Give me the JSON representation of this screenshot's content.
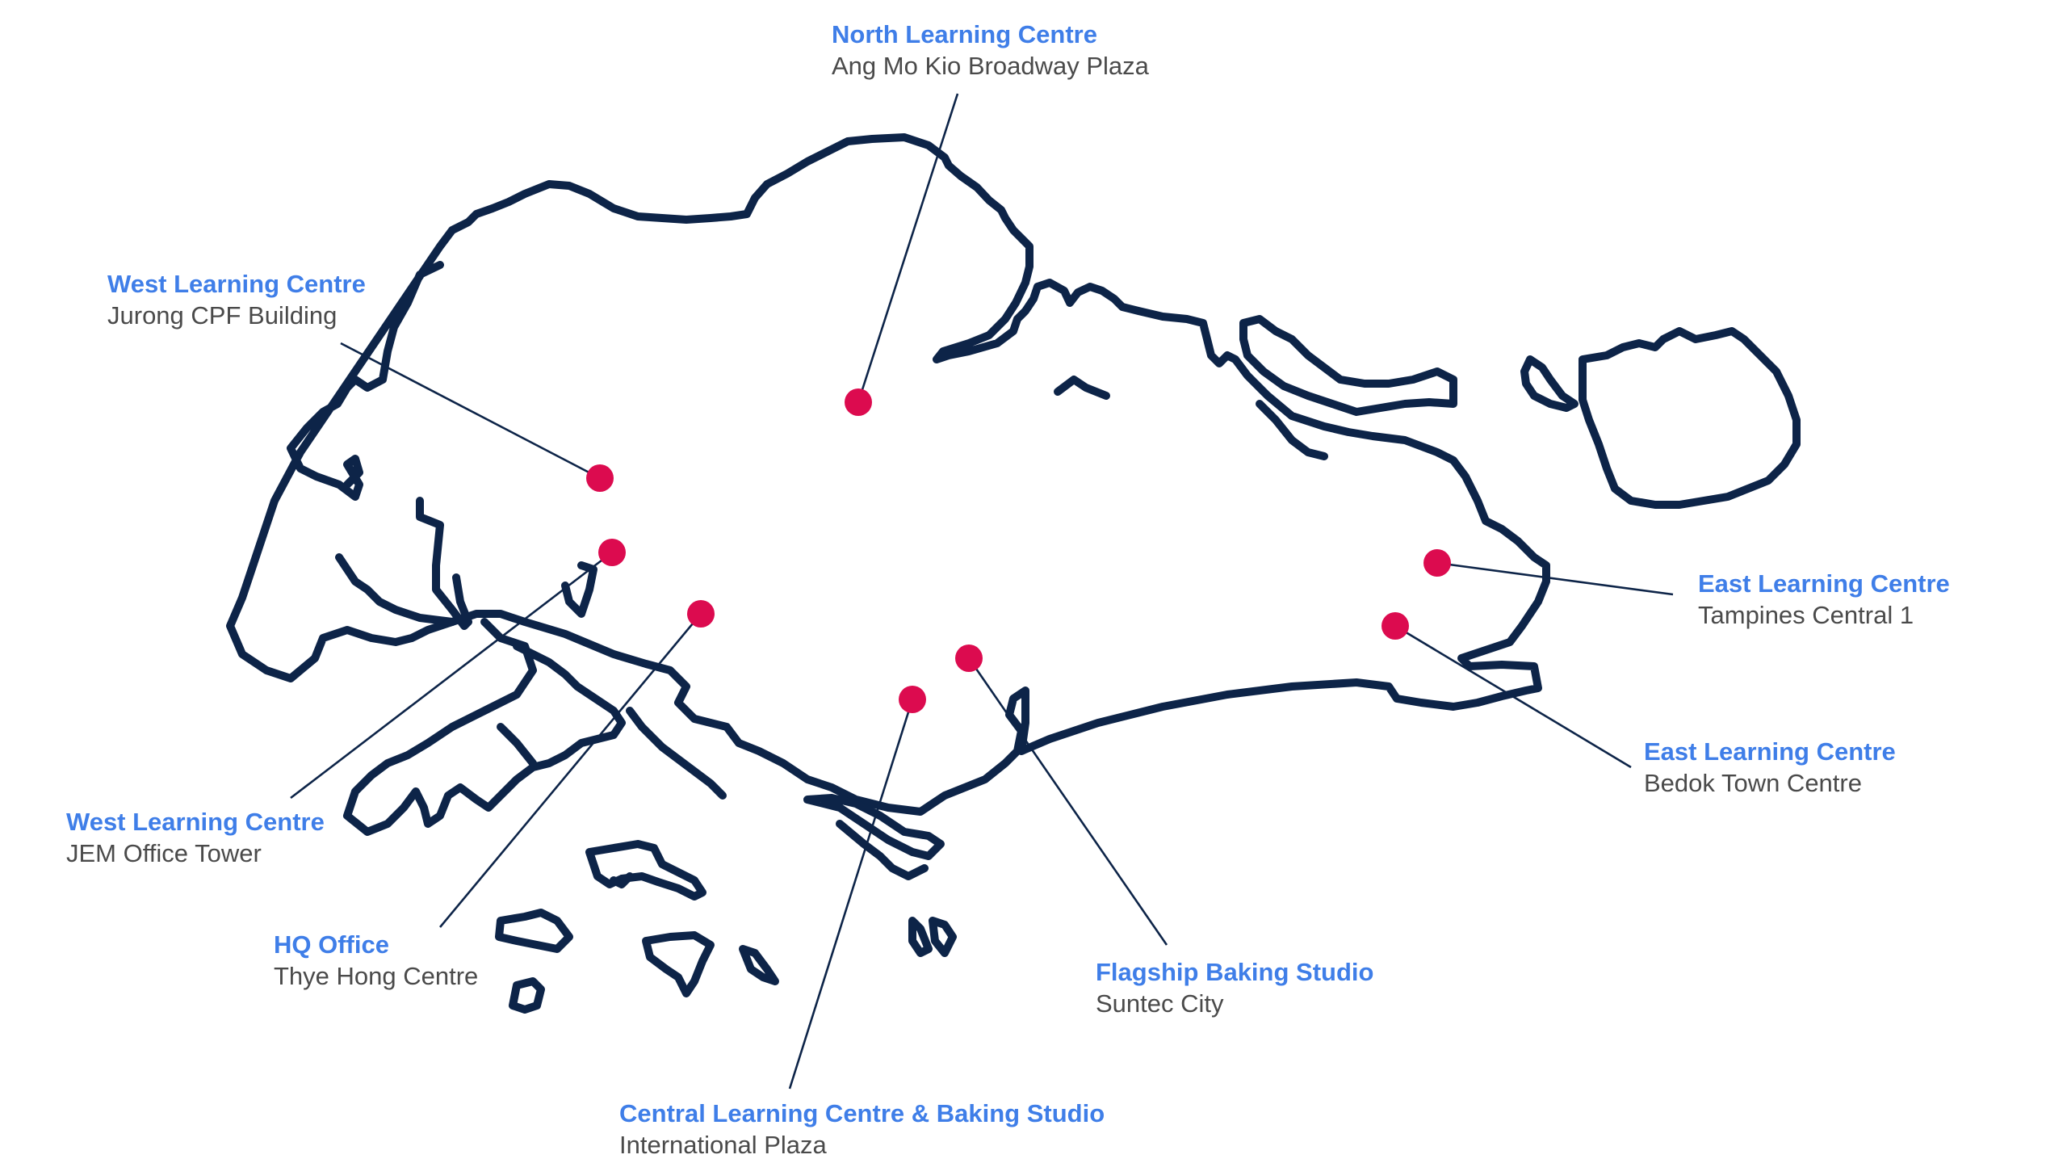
{
  "colors": {
    "outline": "#0d2448",
    "marker": "#dc0b4f",
    "title": "#3f7ee8",
    "subtitle": "#4a4a4a",
    "background": "#ffffff"
  },
  "locations": [
    {
      "id": "north",
      "title": "North Learning Centre",
      "subtitle": "Ang Mo Kio Broadway Plaza"
    },
    {
      "id": "west-jurong",
      "title": "West Learning Centre",
      "subtitle": "Jurong CPF Building"
    },
    {
      "id": "west-jem",
      "title": "West Learning Centre",
      "subtitle": "JEM Office Tower"
    },
    {
      "id": "hq",
      "title": "HQ Office",
      "subtitle": "Thye Hong Centre"
    },
    {
      "id": "central",
      "title": "Central Learning Centre & Baking Studio",
      "subtitle": "International Plaza"
    },
    {
      "id": "flagship",
      "title": "Flagship Baking Studio",
      "subtitle": "Suntec City"
    },
    {
      "id": "east-tampines",
      "title": "East Learning Centre",
      "subtitle": "Tampines Central 1"
    },
    {
      "id": "east-bedok",
      "title": "East Learning Centre",
      "subtitle": "Bedok Town Centre"
    }
  ]
}
